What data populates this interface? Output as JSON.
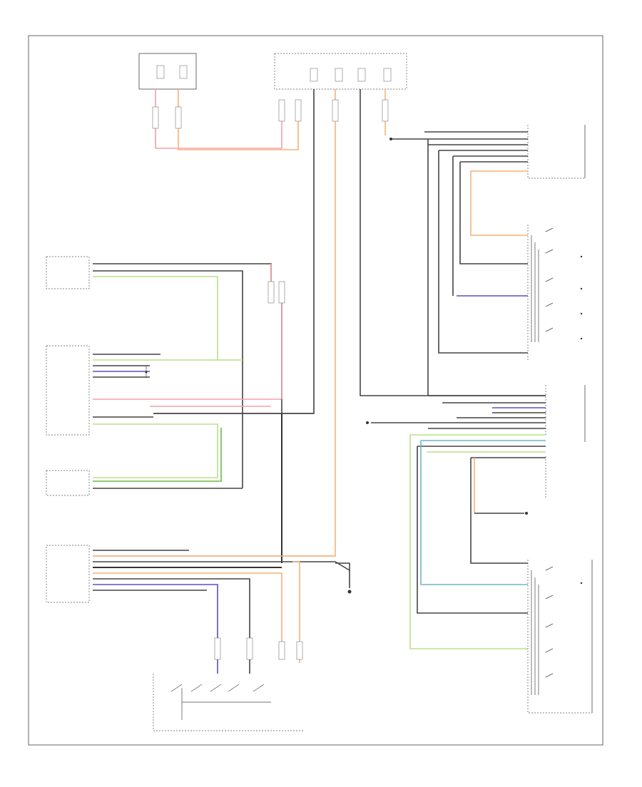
{
  "diagram": {
    "page_ref": "",
    "components": [
      {
        "id": "hot_at_all_times",
        "label": ""
      },
      {
        "id": "engine_compartment_fuse_block",
        "label": ""
      },
      {
        "id": "central_electronic_module",
        "label": ""
      },
      {
        "id": "right_rear_door_window_switch",
        "label": ""
      },
      {
        "id": "right_rear_door_module",
        "label": ""
      },
      {
        "id": "left_rear_door_window_switch",
        "label": ""
      },
      {
        "id": "left_rear_door_module",
        "label": ""
      },
      {
        "id": "left_rear_door_child_lockout",
        "label": ""
      },
      {
        "id": "left_front_door_module",
        "label": ""
      },
      {
        "id": "left_front_door_switch",
        "label": ""
      },
      {
        "id": "driver_door_module",
        "label": ""
      },
      {
        "id": "passenger_door_module",
        "label": ""
      },
      {
        "id": "passenger_door_switch",
        "label": ""
      }
    ],
    "grounds": [
      {
        "id": "g1",
        "label": ""
      },
      {
        "id": "g2",
        "label": ""
      },
      {
        "id": "g3",
        "label": ""
      },
      {
        "id": "g4",
        "label": ""
      }
    ]
  }
}
